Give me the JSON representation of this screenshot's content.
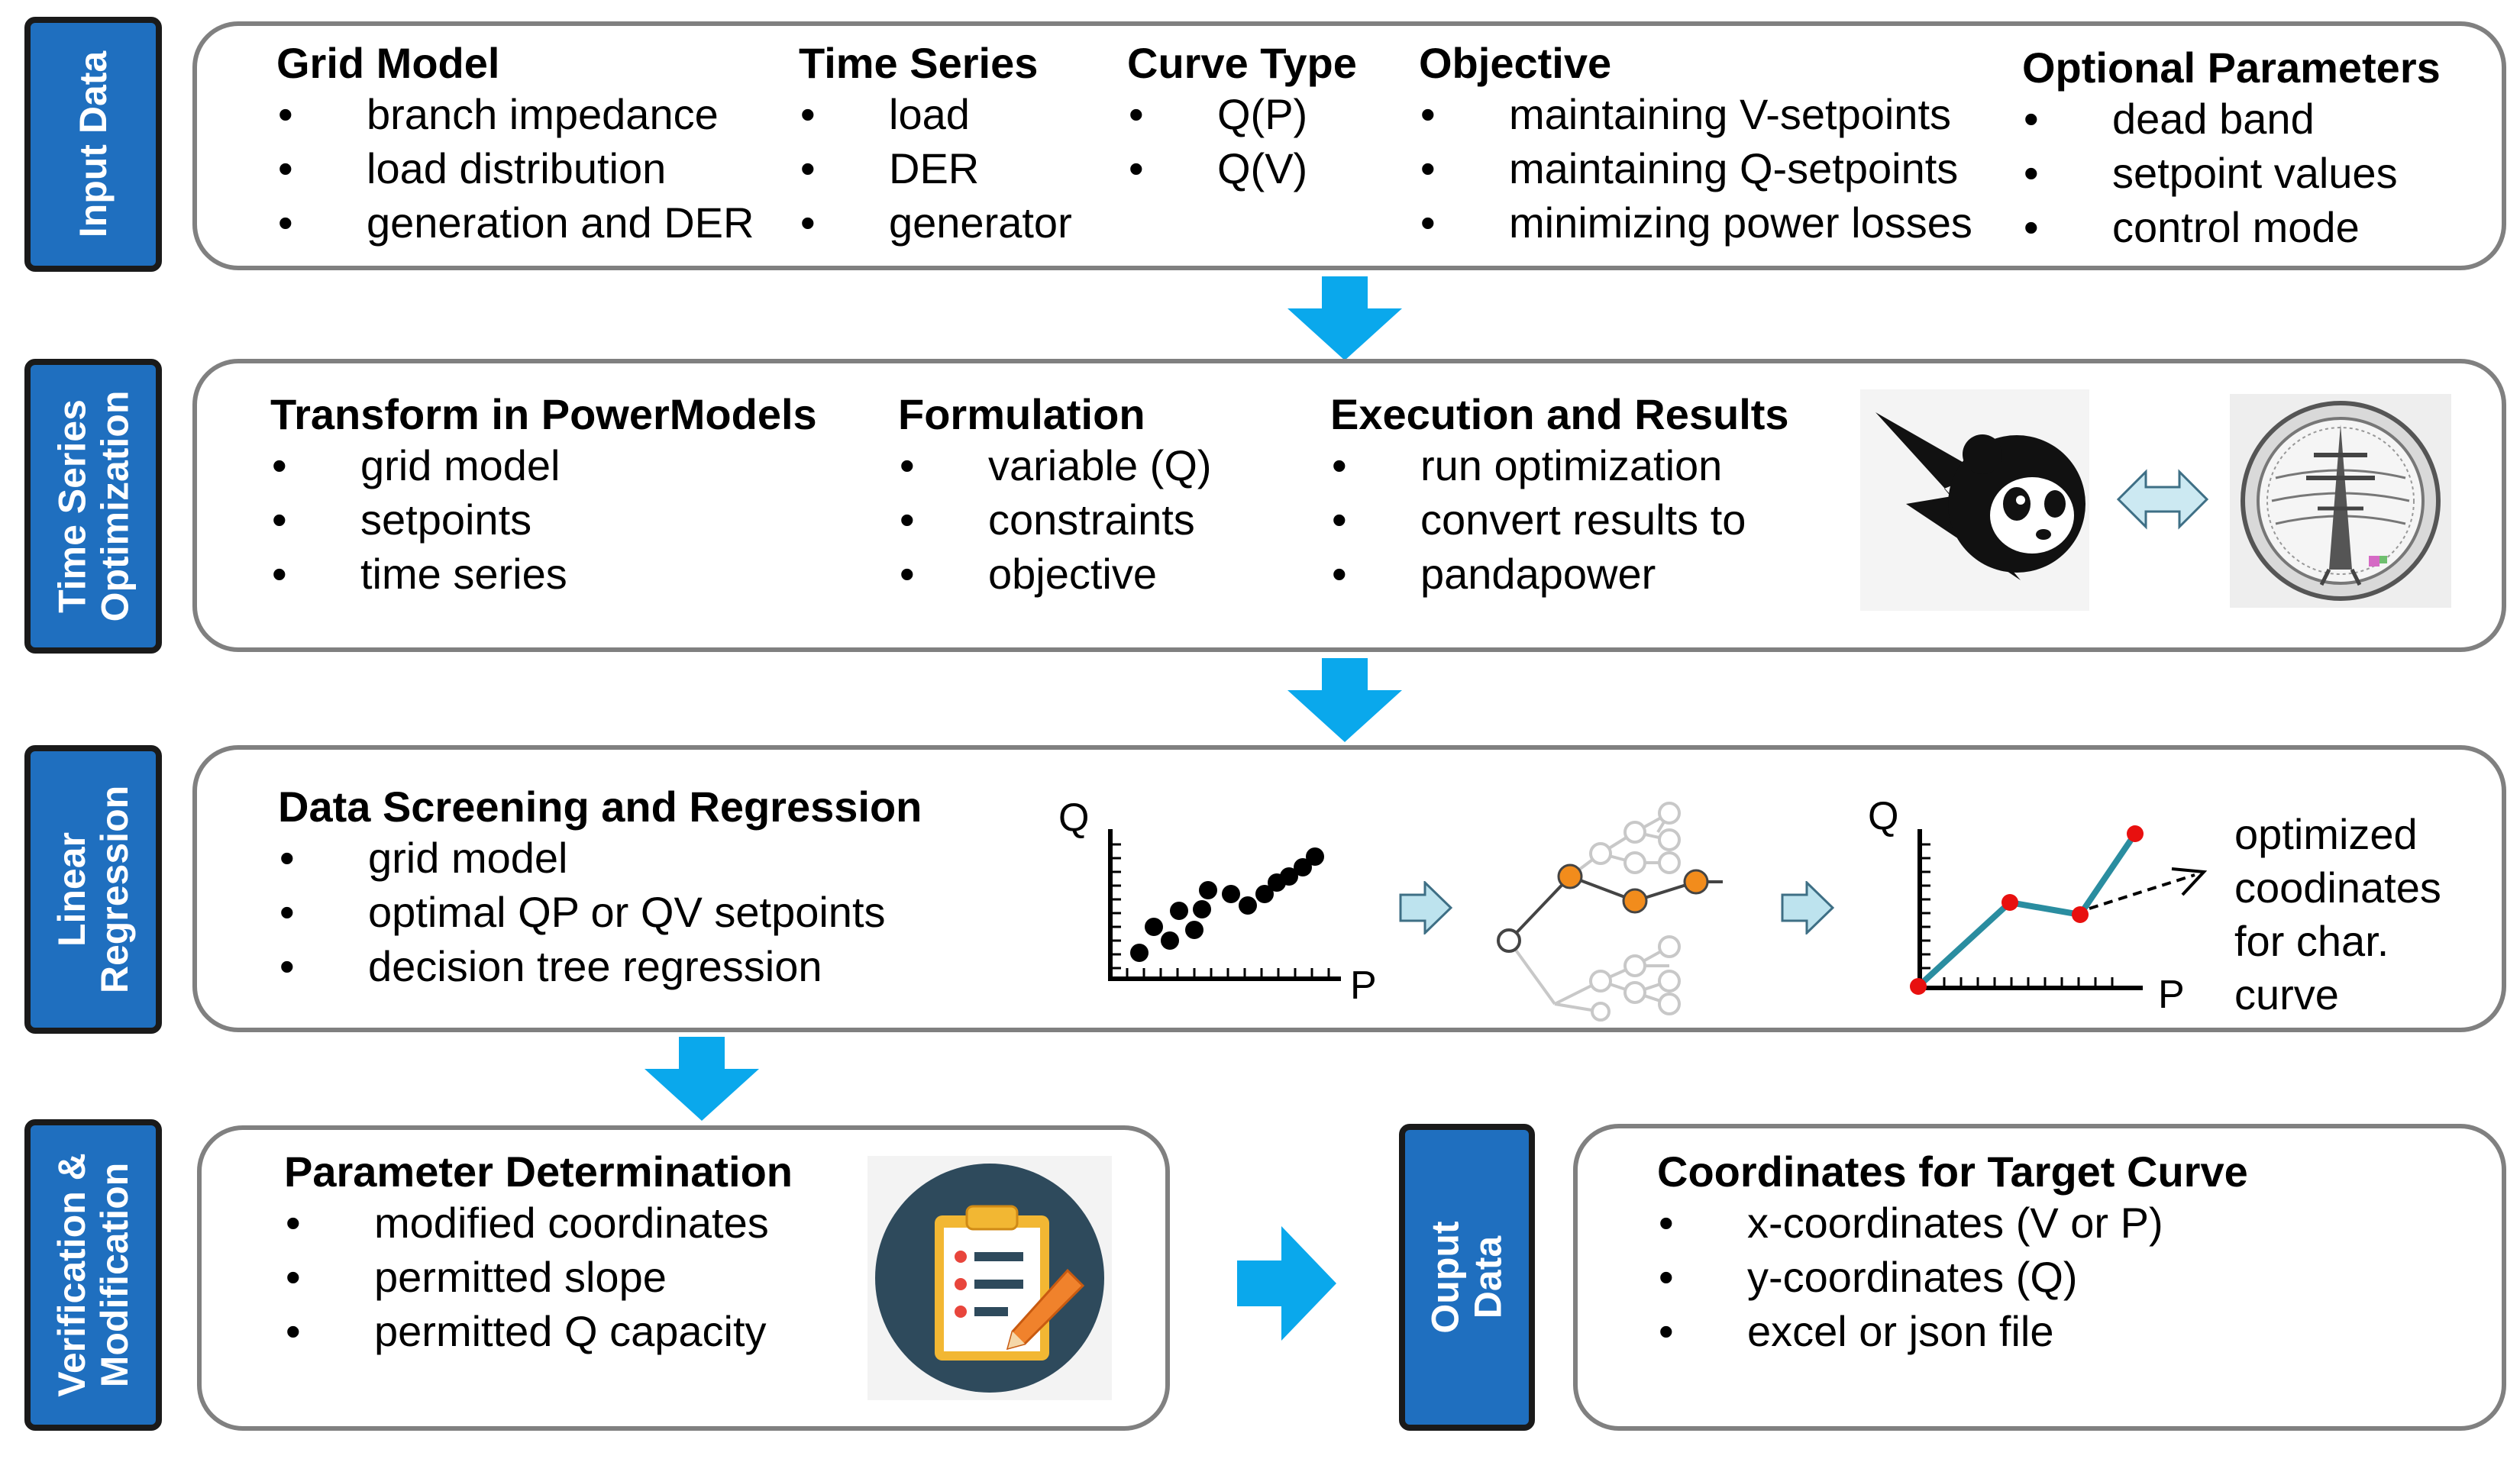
{
  "stages": {
    "input": {
      "label": "Input Data",
      "columns": [
        {
          "title": "Grid Model",
          "items": [
            "branch impedance",
            "load distribution",
            "generation and DER"
          ]
        },
        {
          "title": "Time Series",
          "items": [
            "load",
            "DER",
            "generator"
          ]
        },
        {
          "title": "Curve Type",
          "items": [
            "Q(P)",
            "Q(V)"
          ]
        },
        {
          "title": "Objective",
          "items": [
            "maintaining V-setpoints",
            "maintaining Q-setpoints",
            "minimizing power losses"
          ]
        },
        {
          "title": "Optional Parameters",
          "items": [
            "dead band",
            "setpoint values",
            "control mode"
          ]
        }
      ]
    },
    "optimization": {
      "label": "Time Series\nOptimization",
      "columns": [
        {
          "title": "Transform in PowerModels",
          "items": [
            "grid model",
            "setpoints",
            "time series"
          ]
        },
        {
          "title": "Formulation",
          "items": [
            "variable (Q)",
            "constraints",
            "objective"
          ]
        },
        {
          "title": "Execution and Results",
          "items": [
            "run optimization",
            "convert results to",
            "pandapower"
          ]
        }
      ],
      "icons": {
        "left": "pandapower-logo-icon",
        "middle": "bidirectional-arrow-icon",
        "right": "powermodels-logo-icon"
      }
    },
    "regression": {
      "label": "Linear\nRegression",
      "columns": [
        {
          "title": "Data Screening and Regression",
          "items": [
            "grid model",
            "optimal QP or QV setpoints",
            "decision tree regression"
          ]
        }
      ],
      "scatter_axes": {
        "y": "Q",
        "x": "P"
      },
      "curve_axes": {
        "y": "Q",
        "x": "P"
      },
      "result_text": [
        "optimized",
        "coodinates",
        "for char.",
        "curve"
      ],
      "colors": {
        "curve": "#2a8da0",
        "points": "#e8100f",
        "tree_nodes": "#f28c1c",
        "flow_arrow": "#bde3ee"
      }
    },
    "verification": {
      "label": "Verification &\nModification",
      "columns": [
        {
          "title": "Parameter Determination",
          "items": [
            "modified coordinates",
            "permitted slope",
            "permitted Q capacity"
          ]
        }
      ],
      "icon": "clipboard-checklist-icon"
    },
    "output": {
      "label": "Ouput\nData",
      "columns": [
        {
          "title": "Coordinates for Target Curve",
          "items": [
            "x-coordinates (V or P)",
            "y-coordinates (Q)",
            "excel or json file"
          ]
        }
      ]
    }
  },
  "colors": {
    "label_fill": "#1f6fbf",
    "label_border": "#1a1a1a",
    "panel_border": "#808080",
    "flow_arrow": "#0aa8ec"
  }
}
